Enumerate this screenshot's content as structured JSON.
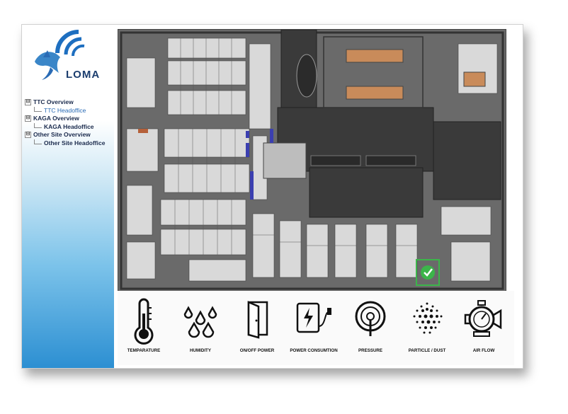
{
  "logo": {
    "text": "LOMA"
  },
  "tree": [
    {
      "label": "TTC Overview",
      "level": 0,
      "expander": "⊟"
    },
    {
      "label": "TTC Headoffice",
      "level": 1,
      "selected": true
    },
    {
      "label": "KAGA Overview",
      "level": 0,
      "expander": "⊟"
    },
    {
      "label": "KAGA Headoffice",
      "level": 1
    },
    {
      "label": "Other Site Overview",
      "level": 0,
      "expander": "⊟"
    },
    {
      "label": "Other Site Headoffice",
      "level": 1
    }
  ],
  "floorplan": {
    "status_icon": "check-icon",
    "status_color": "#3cb54a"
  },
  "sensors": [
    {
      "label": "TEMPARATURE",
      "icon": "thermometer-icon"
    },
    {
      "label": "HUMIDITY",
      "icon": "humidity-icon"
    },
    {
      "label": "ON/OFF POWER",
      "icon": "door-icon"
    },
    {
      "label": "POWER CONSUMTION",
      "icon": "power-plug-icon"
    },
    {
      "label": "PRESSURE",
      "icon": "pressure-gauge-icon"
    },
    {
      "label": "PARTICLE / DUST",
      "icon": "dust-icon"
    },
    {
      "label": "AIR FLOW",
      "icon": "air-flow-icon"
    }
  ],
  "colors": {
    "sidebar_top": "#ffffff",
    "sidebar_bottom": "#2c8fd2",
    "brand": "#1b3d6e",
    "tree_selected": "#2a6bb5"
  }
}
